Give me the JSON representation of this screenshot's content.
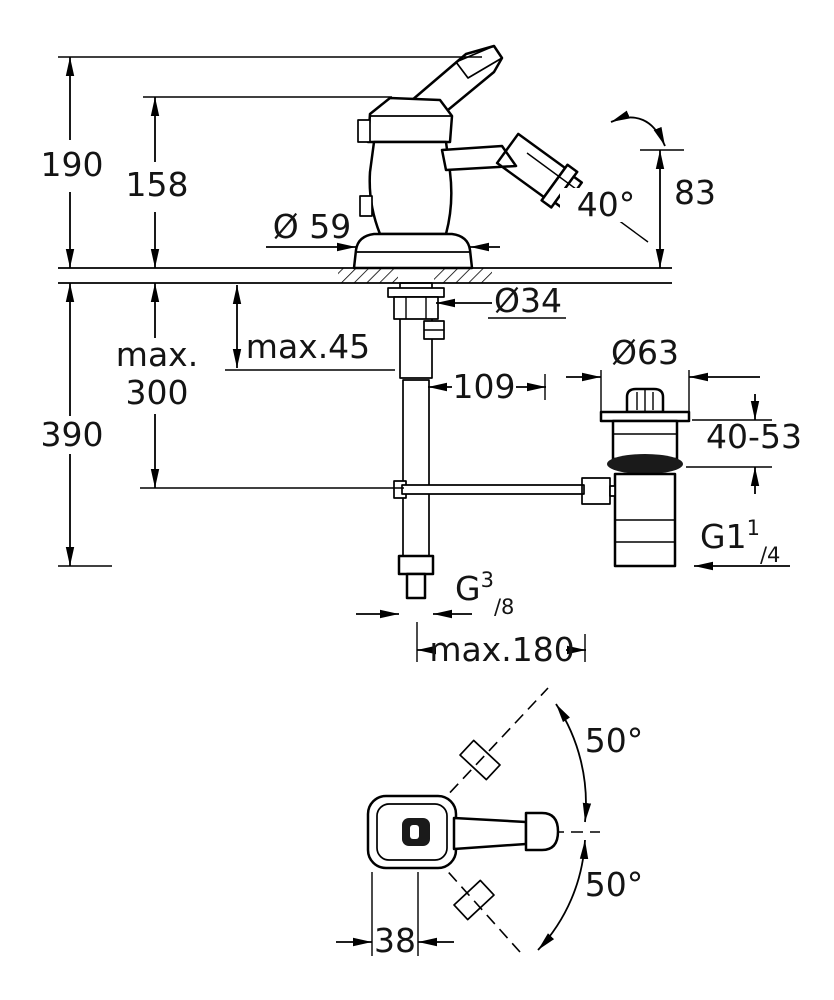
{
  "drawing": {
    "kind": "technical-dimension-drawing",
    "views": [
      "side-elevation-with-installation-dimensions",
      "top-view-handle-swivel"
    ]
  },
  "colors": {
    "line": "#000000",
    "background": "#ffffff",
    "fill_dark": "#1a1a1a"
  },
  "labels": {
    "h190": "190",
    "h158": "158",
    "dia59": "Ø 59",
    "ang40": "40°",
    "h83": "83",
    "dia34": "Ø34",
    "max45": "max.45",
    "w109": "109",
    "dia63": "Ø63",
    "max_word": "max.",
    "h300": "300",
    "h390": "390",
    "range4053": "40-53",
    "g114_base": "G1",
    "g114_sup": "1",
    "g114_frac": "/4",
    "g38_base": "G",
    "g38_sup": "3",
    "g38_frac": "/8",
    "max180": "max.180",
    "ang50_upper": "50°",
    "ang50_lower": "50°",
    "w38": "38"
  }
}
